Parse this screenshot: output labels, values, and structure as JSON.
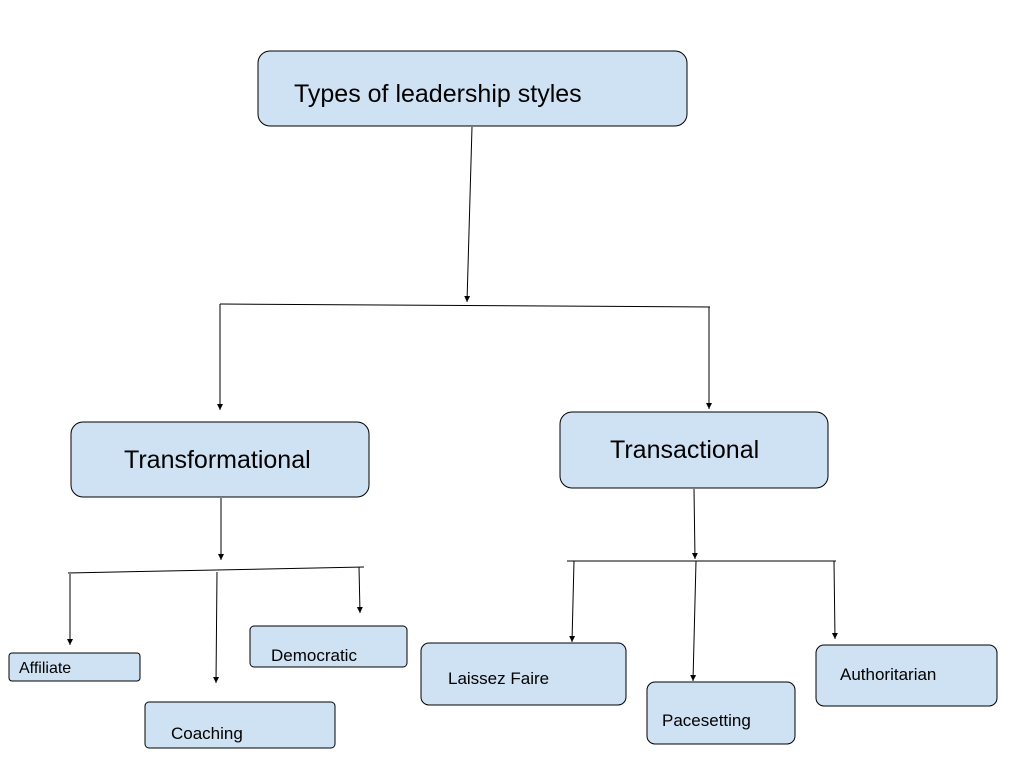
{
  "diagram": {
    "root": {
      "label": "Types of leadership styles"
    },
    "branches": [
      {
        "label": "Transformational",
        "children": [
          "Affiliate",
          "Coaching",
          "Democratic"
        ]
      },
      {
        "label": "Transactional",
        "children": [
          "Laissez Faire",
          "Pacesetting",
          "Authoritarian"
        ]
      }
    ]
  },
  "colors": {
    "node_fill": "#cfe2f3",
    "stroke": "#000000",
    "text": "#000000"
  }
}
